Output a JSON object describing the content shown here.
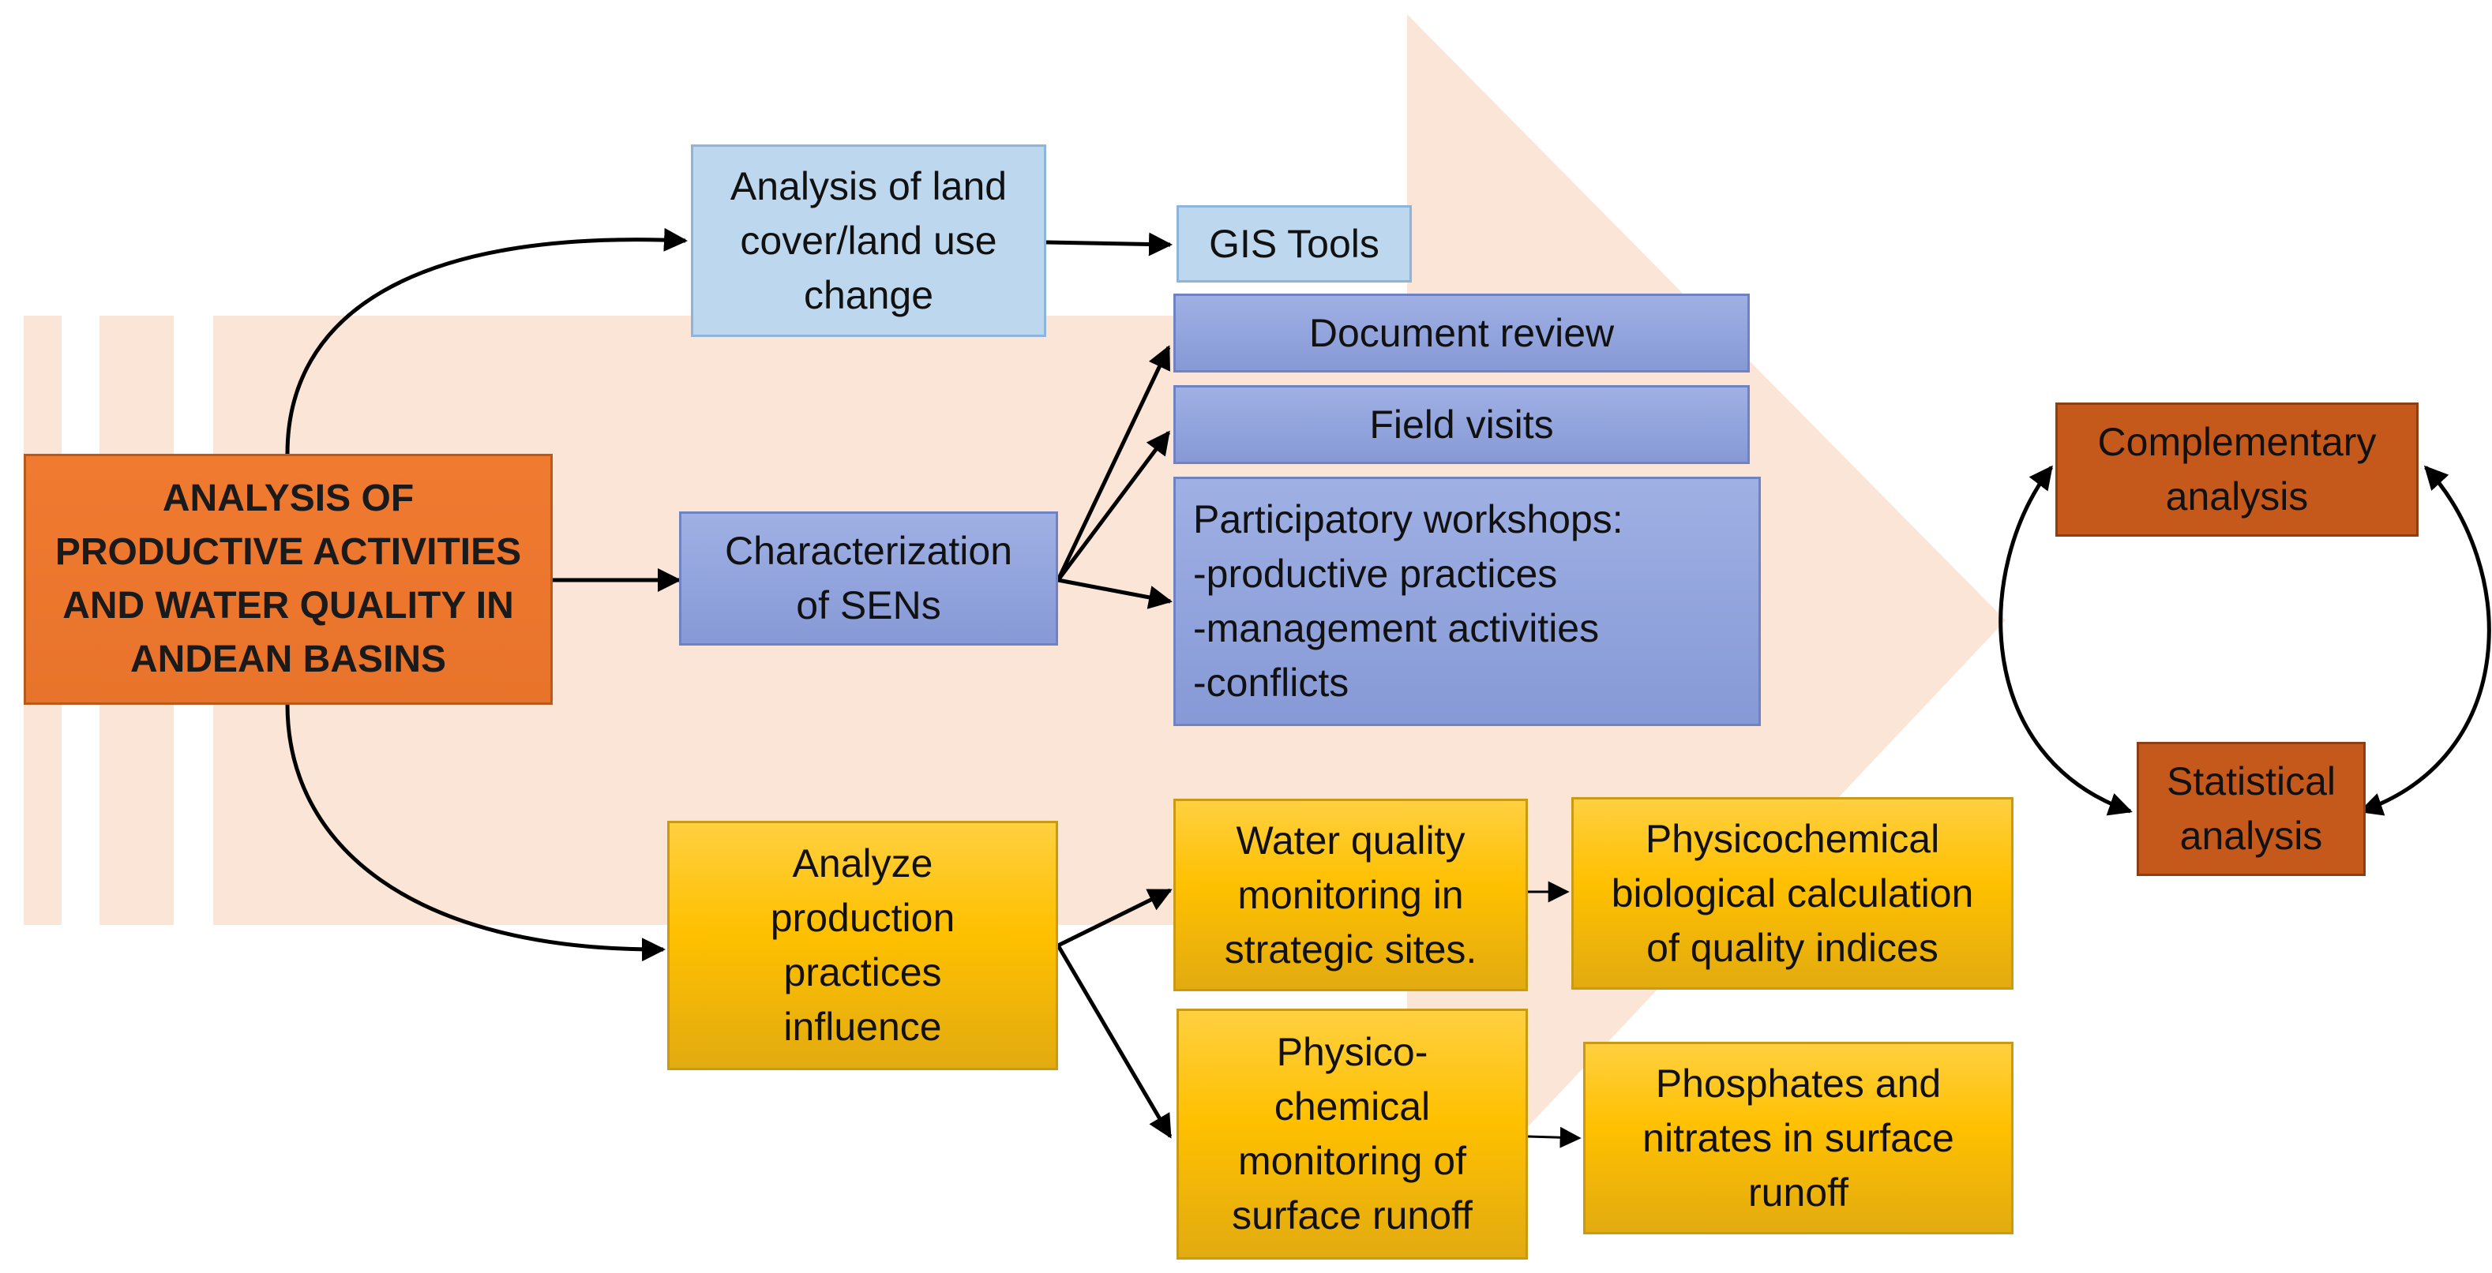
{
  "colors": {
    "main_orange": "#ED7D31",
    "light_blue": "#BDD7EE",
    "blue": "#8FA0DC",
    "gold": "#FFC000",
    "rust": "#C55A11",
    "background_arrow": "#FBE5D6"
  },
  "nodes": {
    "main": "ANALYSIS OF\nPRODUCTIVE ACTIVITIES\nAND WATER QUALITY IN\nANDEAN BASINS",
    "land_cover": "Analysis of land\ncover/land use\nchange",
    "gis_tools": "GIS Tools",
    "characterization": "Characterization\nof SENs",
    "document_review": "Document review",
    "field_visits": "Field visits",
    "workshops": "Participatory workshops:\n-productive practices\n-management activities\n-conflicts",
    "analyze_production": "Analyze\nproduction\npractices\ninfluence",
    "water_quality_monitoring": "Water quality\nmonitoring in\nstrategic sites.",
    "physicochemical_indices": "Physicochemical\nbiological calculation\nof quality indices",
    "runoff_monitoring": "Physico-\nchemical\nmonitoring of\nsurface runoff",
    "phosphates_nitrates": "Phosphates and\nnitrates in surface\nrunoff",
    "complementary": "Complementary\nanalysis",
    "statistical": "Statistical\nanalysis"
  },
  "edges": [
    {
      "from": "main",
      "to": "land_cover"
    },
    {
      "from": "main",
      "to": "characterization"
    },
    {
      "from": "main",
      "to": "analyze_production"
    },
    {
      "from": "land_cover",
      "to": "gis_tools"
    },
    {
      "from": "characterization",
      "to": "document_review"
    },
    {
      "from": "characterization",
      "to": "field_visits"
    },
    {
      "from": "characterization",
      "to": "workshops"
    },
    {
      "from": "analyze_production",
      "to": "water_quality_monitoring"
    },
    {
      "from": "analyze_production",
      "to": "runoff_monitoring"
    },
    {
      "from": "water_quality_monitoring",
      "to": "physicochemical_indices"
    },
    {
      "from": "runoff_monitoring",
      "to": "phosphates_nitrates"
    },
    {
      "from": "complementary",
      "to": "statistical"
    },
    {
      "from": "statistical",
      "to": "complementary"
    }
  ]
}
